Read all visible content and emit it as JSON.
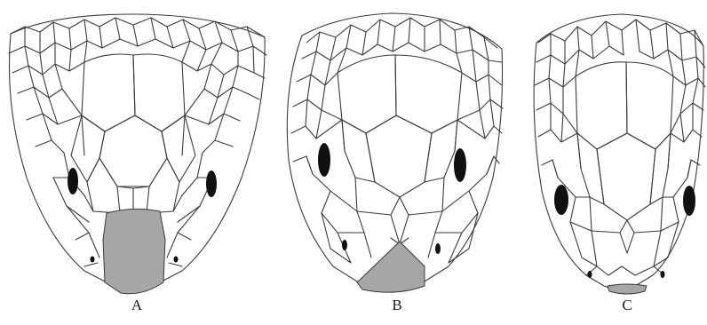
{
  "figure": {
    "panels": [
      {
        "label": "A",
        "rostral_fill": "#a6a6a6"
      },
      {
        "label": "B",
        "rostral_fill": "#a6a6a6"
      },
      {
        "label": "C",
        "rostral_fill": "#a6a6a6"
      }
    ]
  }
}
